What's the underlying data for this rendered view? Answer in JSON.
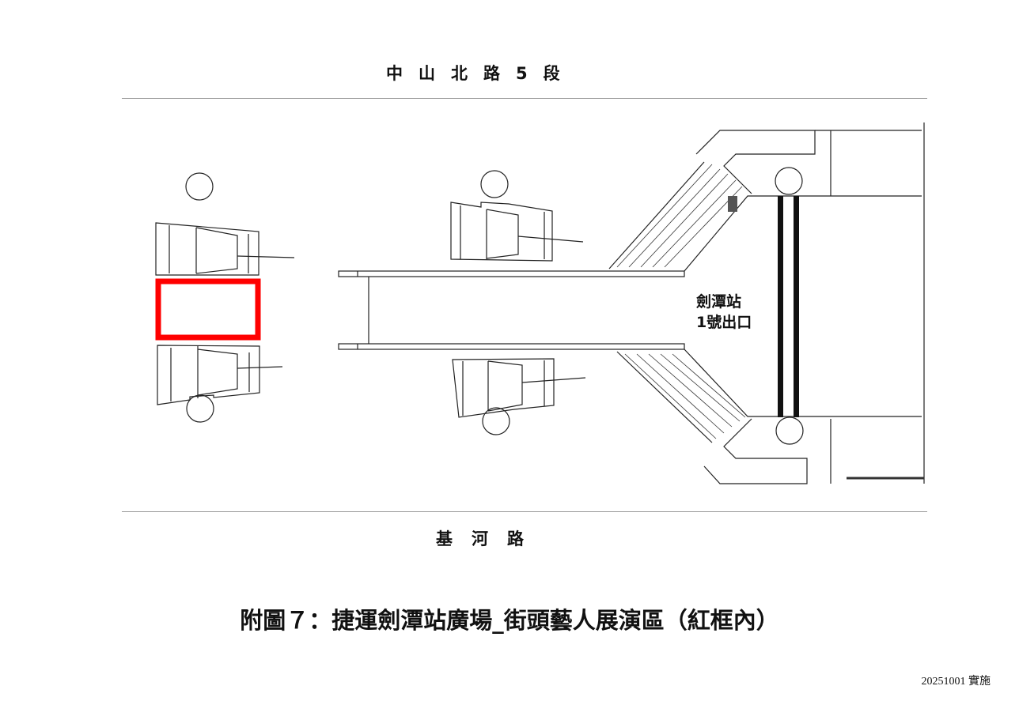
{
  "diagram": {
    "top_road": "中山北路5段",
    "bottom_road": "基河路",
    "station_label_line1": "劍潭站",
    "station_label_line2": "1號出口",
    "highlight_color": "#ff0000"
  },
  "caption": "附圖７：捷運劍潭站廣場_街頭藝人展演區（紅框內）",
  "footer": "20251001 實施"
}
